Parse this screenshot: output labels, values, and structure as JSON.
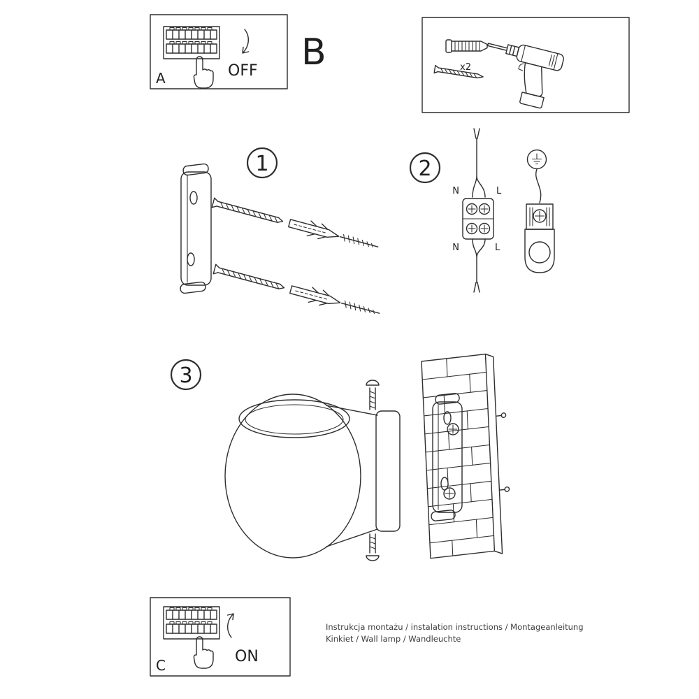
{
  "page": {
    "background": "#ffffff",
    "ink": "#2e2e2e"
  },
  "sections": {
    "a": {
      "label": "A",
      "action": "OFF"
    },
    "b": {
      "label": "B",
      "quantity": "x2"
    },
    "c": {
      "label": "C",
      "action": "ON"
    }
  },
  "steps": [
    {
      "num": "1"
    },
    {
      "num": "2"
    },
    {
      "num": "3"
    }
  ],
  "wiring": {
    "top_n": "N",
    "top_l": "L",
    "bottom_n": "N",
    "bottom_l": "L"
  },
  "footer": {
    "line1": "Instrukcja montażu / instalation instructions / Montageanleitung",
    "line2": "Kinkiet / Wall lamp / Wandleuchte"
  }
}
